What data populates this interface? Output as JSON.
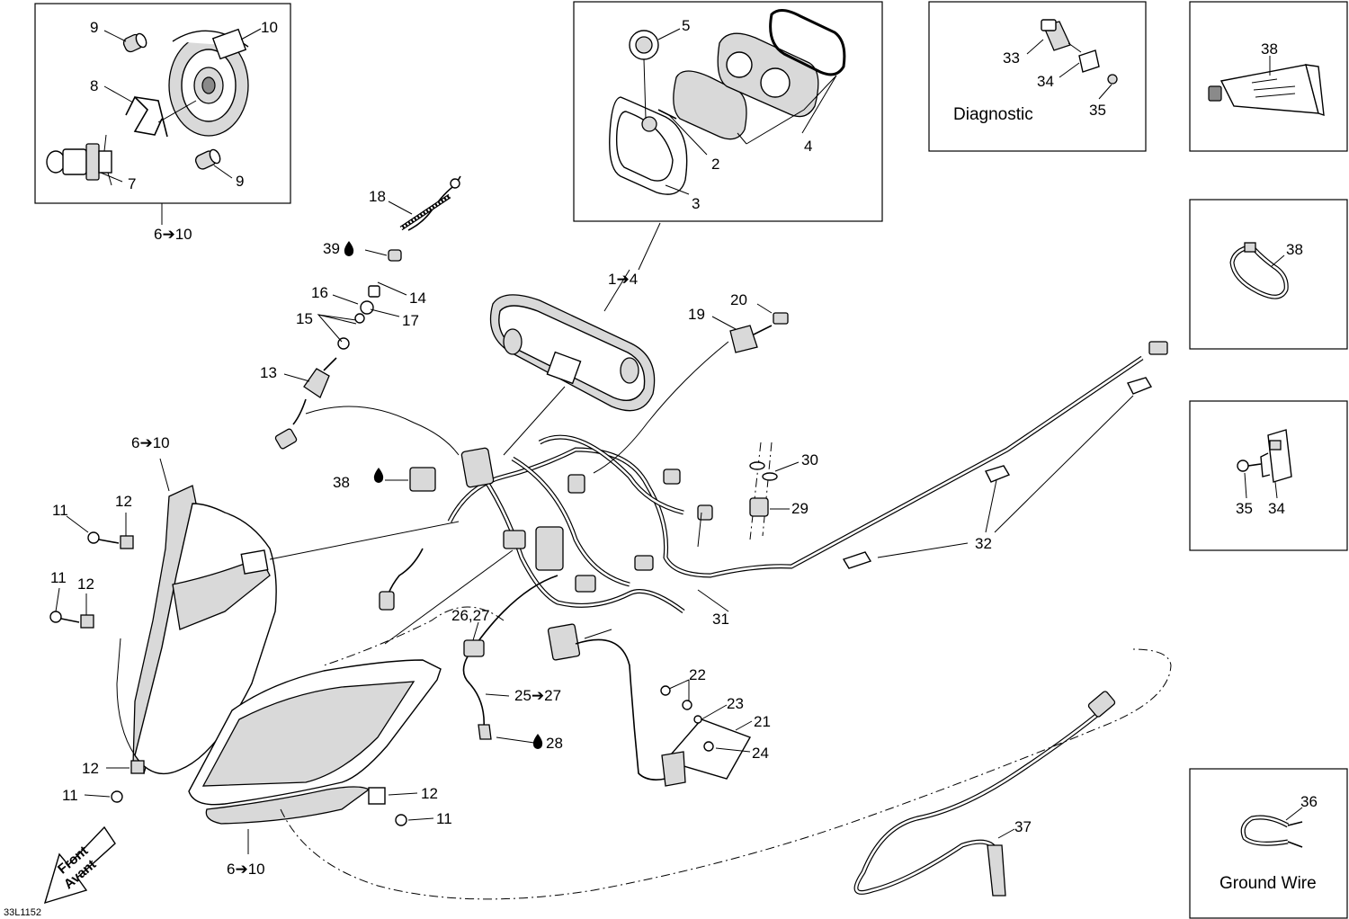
{
  "callouts": {
    "c1_4": "1➔4",
    "c2": "2",
    "c3": "3",
    "c4": "4",
    "c5": "5",
    "c6_10_a": "6➔10",
    "c6_10_b": "6➔10",
    "c6_10_c": "6➔10",
    "c7": "7",
    "c8": "8",
    "c9_a": "9",
    "c9_b": "9",
    "c10": "10",
    "c11_a": "11",
    "c11_b": "11",
    "c11_c": "11",
    "c11_d": "11",
    "c12_a": "12",
    "c12_b": "12",
    "c12_c": "12",
    "c12_d": "12",
    "c13": "13",
    "c14": "14",
    "c15": "15",
    "c16": "16",
    "c17": "17",
    "c18": "18",
    "c19": "19",
    "c20": "20",
    "c21": "21",
    "c22": "22",
    "c23": "23",
    "c24": "24",
    "c25_27": "25➔27",
    "c26_27": "26,27",
    "c28": "28",
    "c29": "29",
    "c30": "30",
    "c31": "31",
    "c32": "32",
    "c33": "33",
    "c34_a": "34",
    "c34_b": "34",
    "c35_a": "35",
    "c35_b": "35",
    "c36": "36",
    "c37": "37",
    "c38_a": "38",
    "c38_b": "38",
    "c38_c": "38",
    "c39": "39"
  },
  "box_labels": {
    "diagnostic": "Diagnostic",
    "ground_wire": "Ground Wire"
  },
  "front_arrow": {
    "line1": "Front",
    "line2": "Avant"
  },
  "drawing_number": "33L1152",
  "icons": {
    "lubricant": "oil-drop-icon",
    "front_direction": "front-arrow-icon"
  }
}
